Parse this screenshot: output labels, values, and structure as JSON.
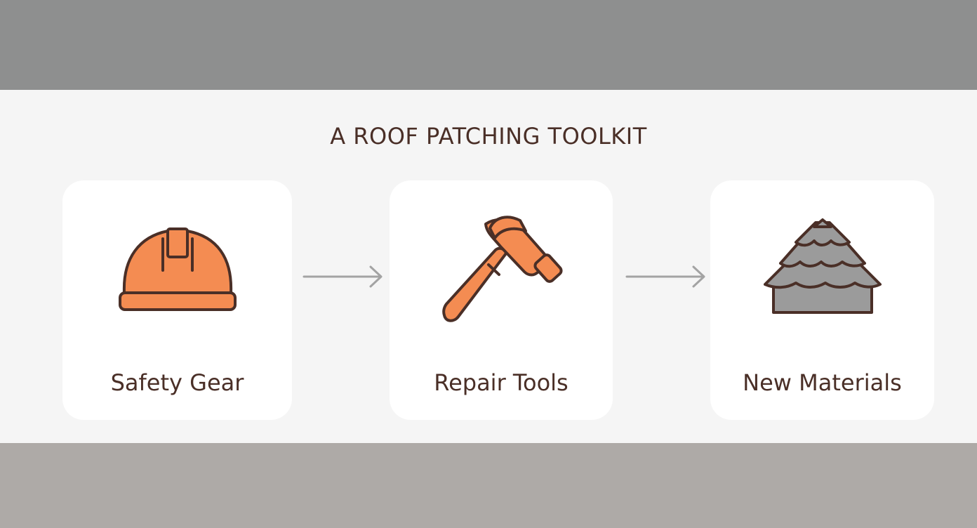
{
  "title": "A ROOF PATCHING TOOLKIT",
  "steps": [
    {
      "label": "Safety Gear",
      "icon": "hard-hat-icon"
    },
    {
      "label": "Repair Tools",
      "icon": "hammer-icon"
    },
    {
      "label": "New Materials",
      "icon": "shingle-roof-icon"
    }
  ],
  "colors": {
    "accent": "#f48c52",
    "outline": "#4a2f27",
    "arrow": "#a3a3a3",
    "roof": "#9b9b9b"
  }
}
